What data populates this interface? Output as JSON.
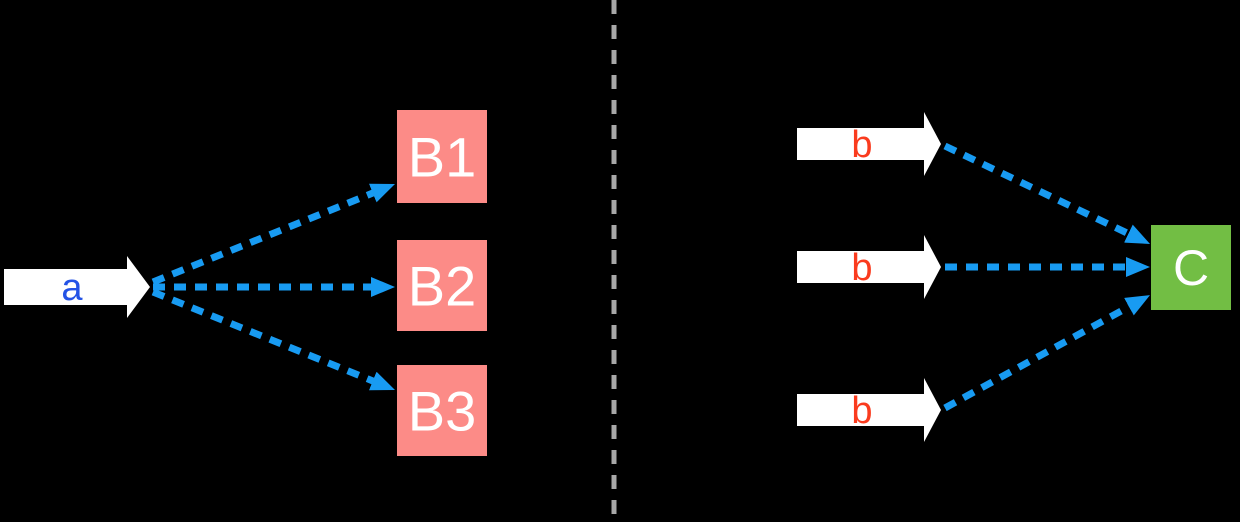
{
  "diagram": {
    "background_color": "#000000",
    "edge_color": "#189BF2",
    "edge_style": "dashed",
    "divider_color": "#A8A8A8",
    "divider_style": "dashed",
    "white": "#FFFFFF",
    "left": {
      "source": {
        "label": "a",
        "label_color": "#2453E6",
        "fill": "#FFFFFF",
        "shape": "block-arrow-right"
      },
      "nodes": [
        {
          "label": "B1",
          "fill": "#FC8B87",
          "text_color": "#FFFFFF",
          "shape": "square"
        },
        {
          "label": "B2",
          "fill": "#FC8B87",
          "text_color": "#FFFFFF",
          "shape": "square"
        },
        {
          "label": "B3",
          "fill": "#FC8B87",
          "text_color": "#FFFFFF",
          "shape": "square"
        }
      ],
      "edges": [
        {
          "from": "a",
          "to": "B1",
          "style": "dashed-arrow"
        },
        {
          "from": "a",
          "to": "B2",
          "style": "dashed-arrow"
        },
        {
          "from": "a",
          "to": "B3",
          "style": "dashed-arrow"
        }
      ]
    },
    "right": {
      "sources": [
        {
          "label": "b",
          "label_color": "#FA3B1E",
          "fill": "#FFFFFF",
          "shape": "block-arrow-right"
        },
        {
          "label": "b",
          "label_color": "#FA3B1E",
          "fill": "#FFFFFF",
          "shape": "block-arrow-right"
        },
        {
          "label": "b",
          "label_color": "#FA3B1E",
          "fill": "#FFFFFF",
          "shape": "block-arrow-right"
        }
      ],
      "node": {
        "label": "C",
        "fill": "#72BE44",
        "text_color": "#FFFFFF",
        "shape": "square"
      },
      "edges": [
        {
          "from": "b1",
          "to": "C",
          "style": "dashed-arrow"
        },
        {
          "from": "b2",
          "to": "C",
          "style": "dashed-arrow"
        },
        {
          "from": "b3",
          "to": "C",
          "style": "dashed-arrow"
        }
      ]
    }
  }
}
